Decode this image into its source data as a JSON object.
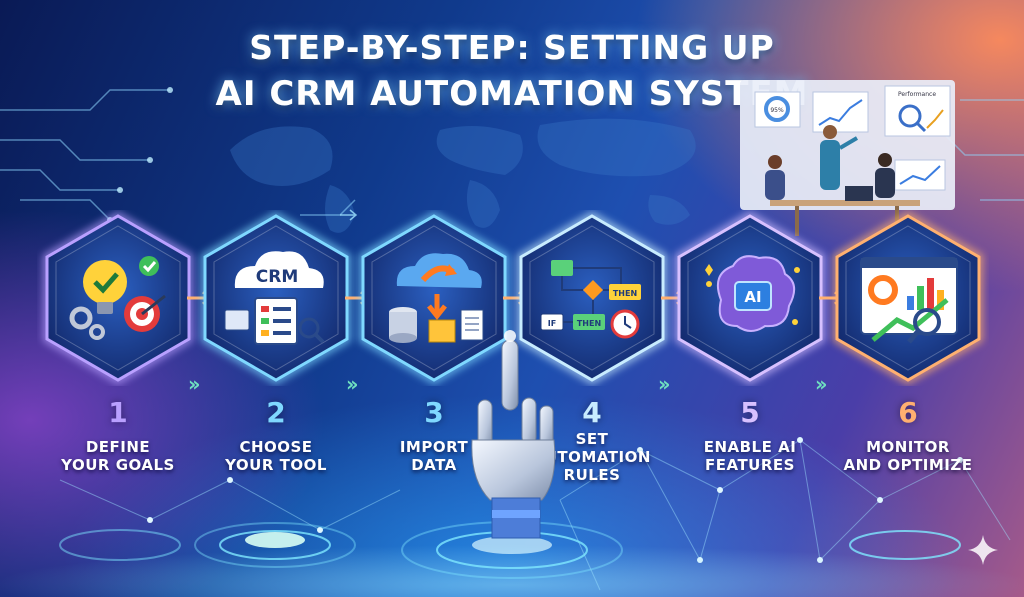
{
  "title": {
    "line1": "STEP-BY-STEP: SETTING UP",
    "line2": "AI CRM AUTOMATION SYSTEM"
  },
  "colors": {
    "step1": "#b9a0ff",
    "step2": "#7fd8ff",
    "step3": "#7fd8ff",
    "step4": "#c8ecff",
    "step5": "#d7c0ff",
    "step6": "#ffb070"
  },
  "office_scene": {
    "panel_label": "Performance",
    "gauge_label": "95%"
  },
  "steps": [
    {
      "number": "1",
      "label_line1": "DEFINE",
      "label_line2": "YOUR GOALS",
      "icon": "lightbulb-target-icon"
    },
    {
      "number": "2",
      "label_line1": "CHOOSE",
      "label_line2": "YOUR TOOL",
      "icon": "crm-cloud-icon",
      "icon_text": "CRM"
    },
    {
      "number": "3",
      "label_line1": "IMPORT",
      "label_line2": "DATA",
      "icon": "cloud-upload-database-icon"
    },
    {
      "number": "4",
      "label_line1": "SET",
      "label_line2": "AUTOMATION",
      "label_line3": "RULES",
      "icon": "flowchart-icon",
      "flow_if": "IF",
      "flow_then1": "THEN",
      "flow_then2": "THEN"
    },
    {
      "number": "5",
      "label_line1": "ENABLE AI",
      "label_line2": "FEATURES",
      "icon": "ai-brain-icon",
      "icon_text": "AI"
    },
    {
      "number": "6",
      "label_line1": "MONITOR",
      "label_line2": "AND OPTIMIZE",
      "icon": "analytics-magnifier-icon"
    }
  ]
}
